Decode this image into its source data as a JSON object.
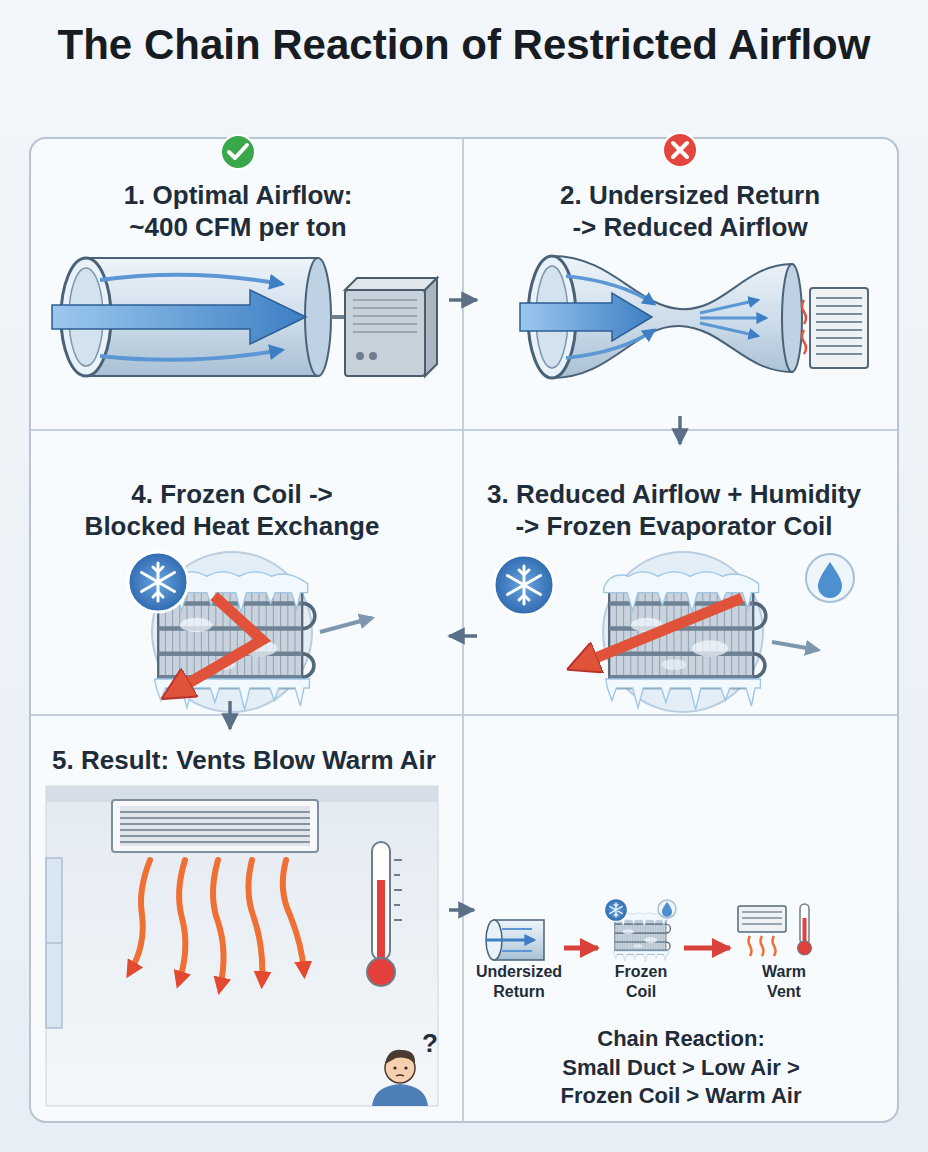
{
  "diagram": {
    "title": "The Chain Reaction of Restricted Airflow",
    "nodes": [
      {
        "text": [
          "1. Optimal Airflow: ~400 CFM per ton"
        ]
      },
      {
        "text": [
          "2. Undersized Return -> Reduced Airflow"
        ]
      },
      {
        "text": [
          "3. Reduced Airflow + Humidity -> Frozen Evaporator Coil"
        ]
      },
      {
        "text": [
          "4. Frozen Coil -> Blocked Heat Exchange"
        ]
      },
      {
        "text": [
          "5. Result: Vents Blow Warm Air"
        ]
      },
      {
        "text": [
          "Chain Reaction:",
          "Small Duct > Low Air > Frozen Coil > Warm Air"
        ]
      },
      {
        "text": [
          "Undersized Return"
        ],
        "in": 5
      },
      {
        "text": [
          "Frozen Coil"
        ],
        "in": 5
      },
      {
        "text": [
          "Warm Vent"
        ],
        "in": 5
      }
    ],
    "edges": [
      {
        "from": 0,
        "to": 1,
        "arrow": "to"
      },
      {
        "from": 1,
        "to": 2,
        "arrow": "to"
      },
      {
        "from": 2,
        "to": 3,
        "arrow": "to"
      },
      {
        "from": 3,
        "to": 4,
        "arrow": "to"
      },
      {
        "from": 4,
        "to": 5,
        "arrow": "to"
      },
      {
        "from": 6,
        "to": 7,
        "arrow": "to"
      },
      {
        "from": 7,
        "to": 8,
        "arrow": "to"
      }
    ],
    "labels": [
      "?"
    ]
  }
}
